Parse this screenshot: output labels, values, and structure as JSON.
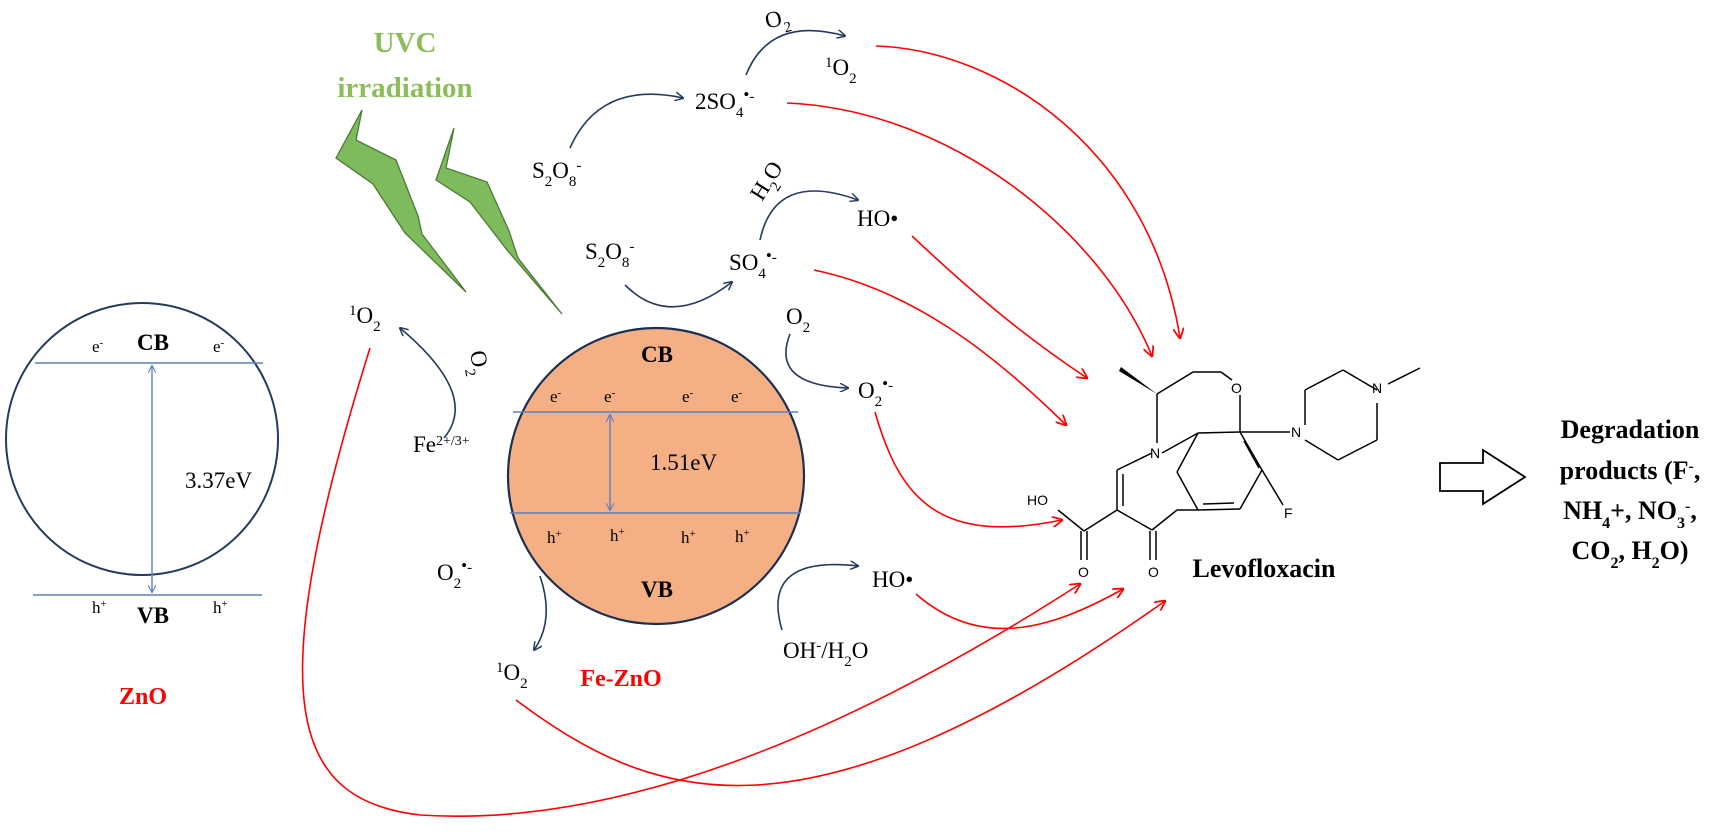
{
  "colors": {
    "red": "#ff0000",
    "navy": "#243a5e",
    "green": "#7dbb5d",
    "uv_label": "#8bbd5a",
    "fezno_fill": "#f4af84",
    "band_line": "#5b80c0"
  },
  "zno": {
    "title": "ZnO",
    "cb": "CB",
    "vb": "VB",
    "gap": "3.37eV",
    "electron": "e",
    "electron_sup": "-",
    "hole": "h",
    "hole_sup": "+"
  },
  "fezno": {
    "title": "Fe-ZnO",
    "cb": "CB",
    "vb": "VB",
    "gap": "1.51eV",
    "electron": "e",
    "electron_sup": "-",
    "hole": "h",
    "hole_sup": "+"
  },
  "irradiation": {
    "line1": "UVC",
    "line2": "irradiation"
  },
  "species": {
    "o2": "O",
    "sub2": "2",
    "singlet_sup": "1",
    "s2o8_s": "S",
    "s2o8_o": "O",
    "s2o8_2": "2",
    "s2o8_8": "8",
    "minus": "-",
    "so4_prefix": "2SO",
    "so4": "SO",
    "sub4": "4",
    "radical_dot": "•",
    "h2o_h": "H",
    "h2o_o": "O",
    "ho_radical": "HO•",
    "fe": "Fe",
    "fe_sup": "2+/3+",
    "oh_water": "OH",
    "oh_water_tail": "/H",
    "oh_water_end": "O"
  },
  "molecule": {
    "name": "Levofloxacin",
    "atom_o": "O",
    "atom_n": "N",
    "atom_f": "F",
    "atom_ho": "HO"
  },
  "products": {
    "line1": "Degradation",
    "line2": "products (F",
    "line2_sup": "-",
    "line2_end": ",",
    "line3_a": "NH",
    "line3_sub": "4",
    "line3_b": "+, NO",
    "line3_sub2": "3",
    "line3_sup": "-",
    "line3_end": ",",
    "line4_a": "CO",
    "line4_sub": "2",
    "line4_b": ", H",
    "line4_sub2": "2",
    "line4_c": "O)"
  }
}
